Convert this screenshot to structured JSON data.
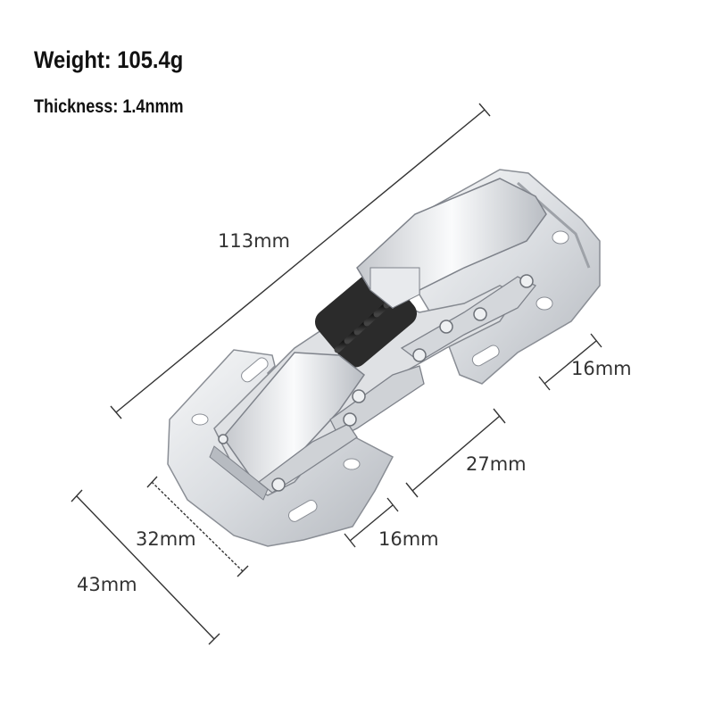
{
  "specs": {
    "weight": "Weight: 105.4g",
    "thickness": "Thickness: 1.4nmm"
  },
  "dimensions": {
    "length": "113mm",
    "arm_hole_offset": "16mm",
    "hole_spacing": "27mm",
    "plate_inner_width": "32mm",
    "base_hole_offset": "16mm",
    "plate_width": "43mm"
  },
  "colors": {
    "background": "#ffffff",
    "steel_light": "#f2f3f5",
    "steel_mid": "#c9ccd1",
    "steel_dark": "#8a8e95",
    "spring": "#1e1e1e",
    "dimension_line": "#333333"
  }
}
